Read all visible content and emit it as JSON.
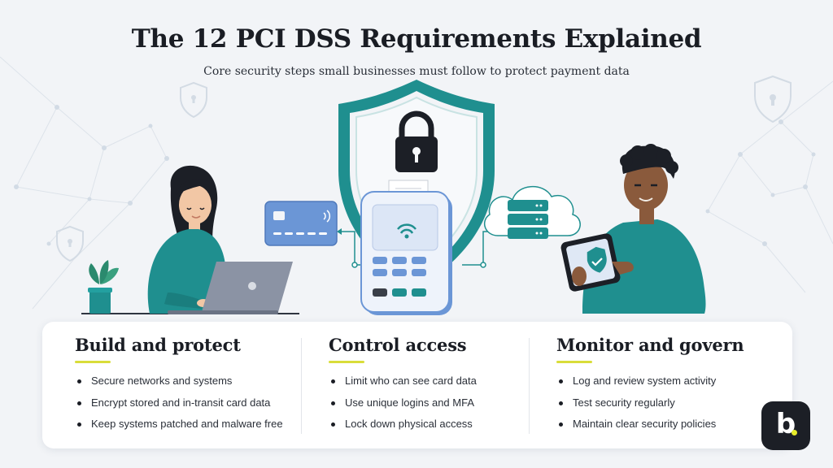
{
  "title": "The 12 PCI DSS Requirements Explained",
  "subtitle": "Core security steps small businesses must follow to protect payment data",
  "colors": {
    "teal": "#1f8f8f",
    "accent_underline": "#d9dd3a",
    "card_blue": "#6b96d6",
    "dark": "#1c1f26"
  },
  "icons": [
    "shield-icon",
    "padlock-icon",
    "credit-card-icon",
    "payment-terminal-icon",
    "cloud-server-icon",
    "laptop-icon",
    "tablet-shield-icon",
    "plant-icon"
  ],
  "sections": [
    {
      "heading": "Build and protect",
      "items": [
        "Secure networks and systems",
        "Encrypt stored and in-transit card data",
        "Keep systems patched and malware free"
      ]
    },
    {
      "heading": "Control access",
      "items": [
        "Limit who can see card data",
        "Use unique logins and MFA",
        "Lock down physical access"
      ]
    },
    {
      "heading": "Monitor and govern",
      "items": [
        "Log and review system activity",
        "Test security regularly",
        "Maintain clear security policies"
      ]
    }
  ],
  "logo": {
    "letter": "b"
  }
}
